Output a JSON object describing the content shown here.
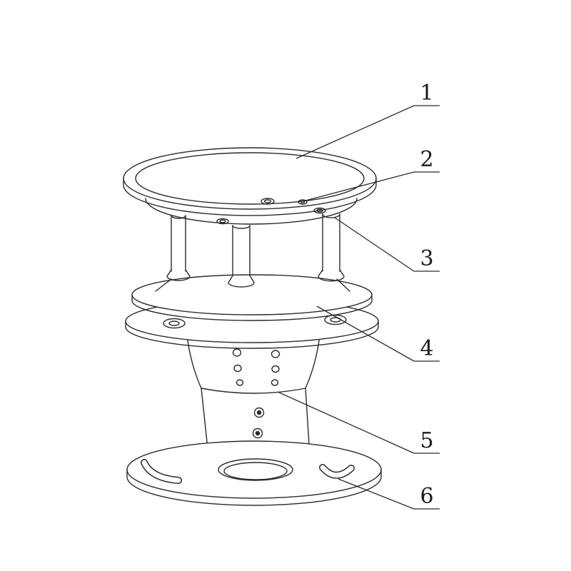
{
  "figure": {
    "background_color": "#ffffff",
    "line_color": "#2b2b2b",
    "callouts": [
      {
        "label": "1"
      },
      {
        "label": "2"
      },
      {
        "label": "3"
      },
      {
        "label": "4"
      },
      {
        "label": "5"
      },
      {
        "label": "6"
      }
    ]
  }
}
